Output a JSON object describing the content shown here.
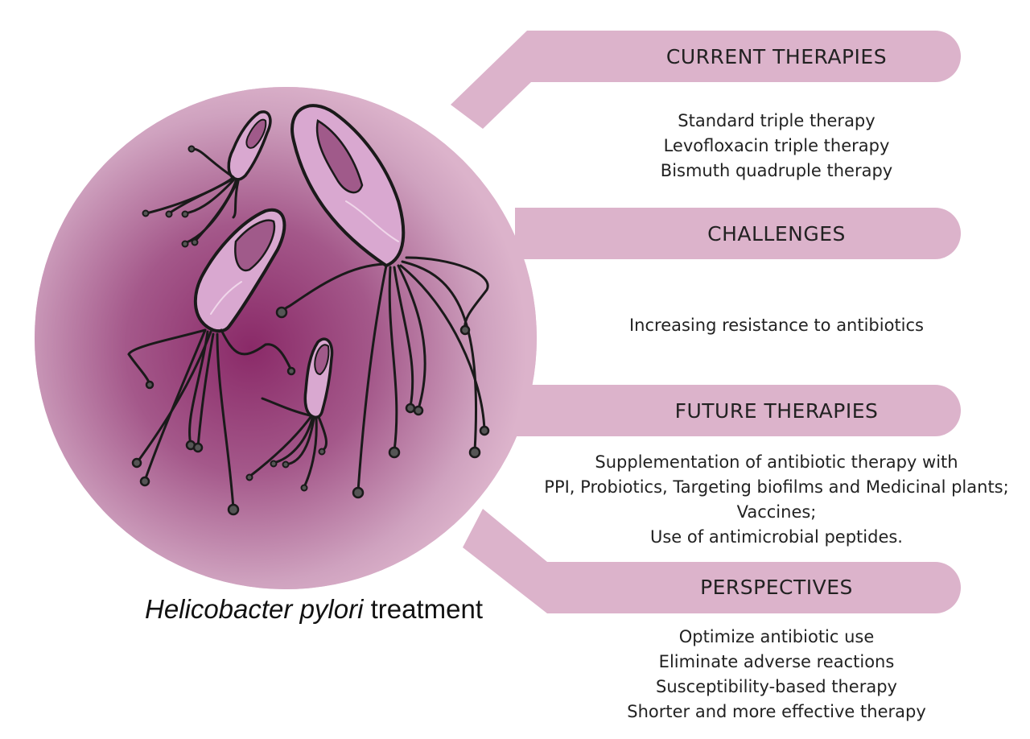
{
  "caption": {
    "genus_species": "Helicobacter pylori",
    "suffix": "treatment"
  },
  "sections": [
    {
      "title": "CURRENT THERAPIES",
      "lines": [
        "Standard triple therapy",
        "Levofloxacin triple therapy",
        "Bismuth quadruple therapy"
      ]
    },
    {
      "title": "CHALLENGES",
      "lines": [
        "Increasing resistance to antibiotics"
      ]
    },
    {
      "title": "FUTURE THERAPIES",
      "lines": [
        "Supplementation of antibiotic therapy with",
        "PPI, Probiotics, Targeting biofilms and Medicinal plants;",
        "Vaccines;",
        "Use of antimicrobial peptides."
      ]
    },
    {
      "title": "PERSPECTIVES",
      "lines": [
        "Optimize antibiotic use",
        "Eliminate adverse reactions",
        "Susceptibility-based therapy",
        "Shorter and more effective therapy"
      ]
    }
  ],
  "colors": {
    "circle": "#dcb3cb",
    "banner": "#dcb3cb",
    "glow_center": "#8a2a68",
    "bacterium_fill": "#d9a8d0",
    "nucleus_fill": "#a05a8a",
    "outline": "#1a1a1a"
  },
  "icons": [
    "helicobacter-bacterium-icon"
  ]
}
